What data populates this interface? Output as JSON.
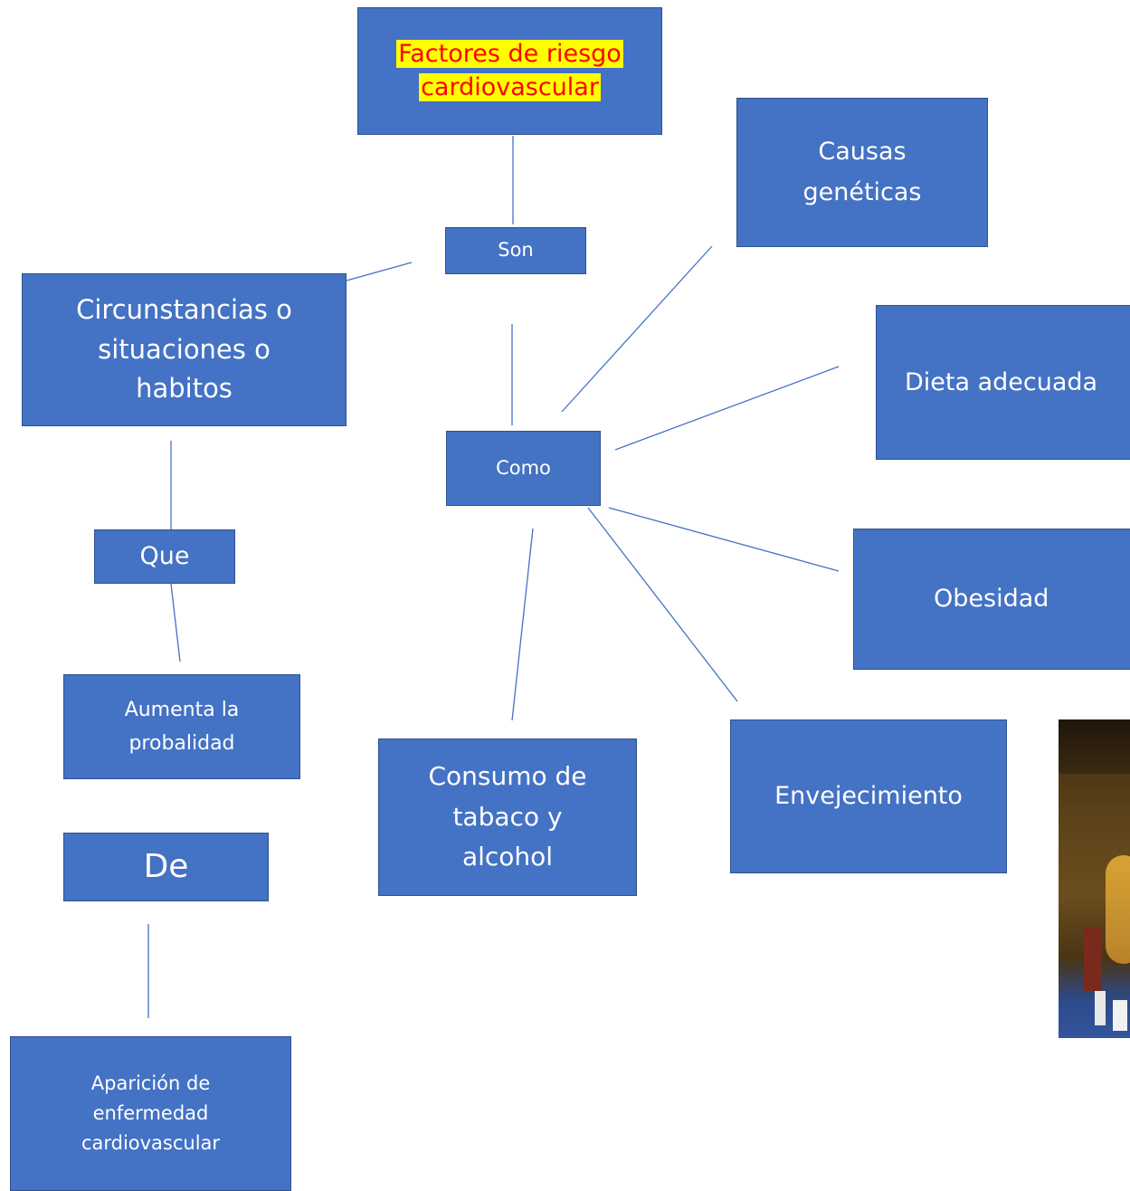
{
  "diagram": {
    "title": {
      "line1": "Factores de riesgo",
      "line2": "cardiovascular"
    },
    "nodes": {
      "son": "Son",
      "circunstancias": "Circunstancias o situaciones o habitos",
      "que": "Que",
      "aumenta": "Aumenta la probalidad",
      "de": "De",
      "aparicion": "Aparición de enfermedad cardiovascular",
      "como": "Como",
      "causas": "Causas genéticas",
      "dieta": "Dieta adecuada",
      "obesidad": "Obesidad",
      "envejecimiento": "Envejecimiento",
      "consumo": "Consumo de tabaco y alcohol"
    }
  },
  "colors": {
    "box_fill": "#4472c4",
    "box_border": "#2f528f",
    "line": "#4472c4",
    "title_text": "#ff0000",
    "title_highlight": "#ffff00"
  }
}
